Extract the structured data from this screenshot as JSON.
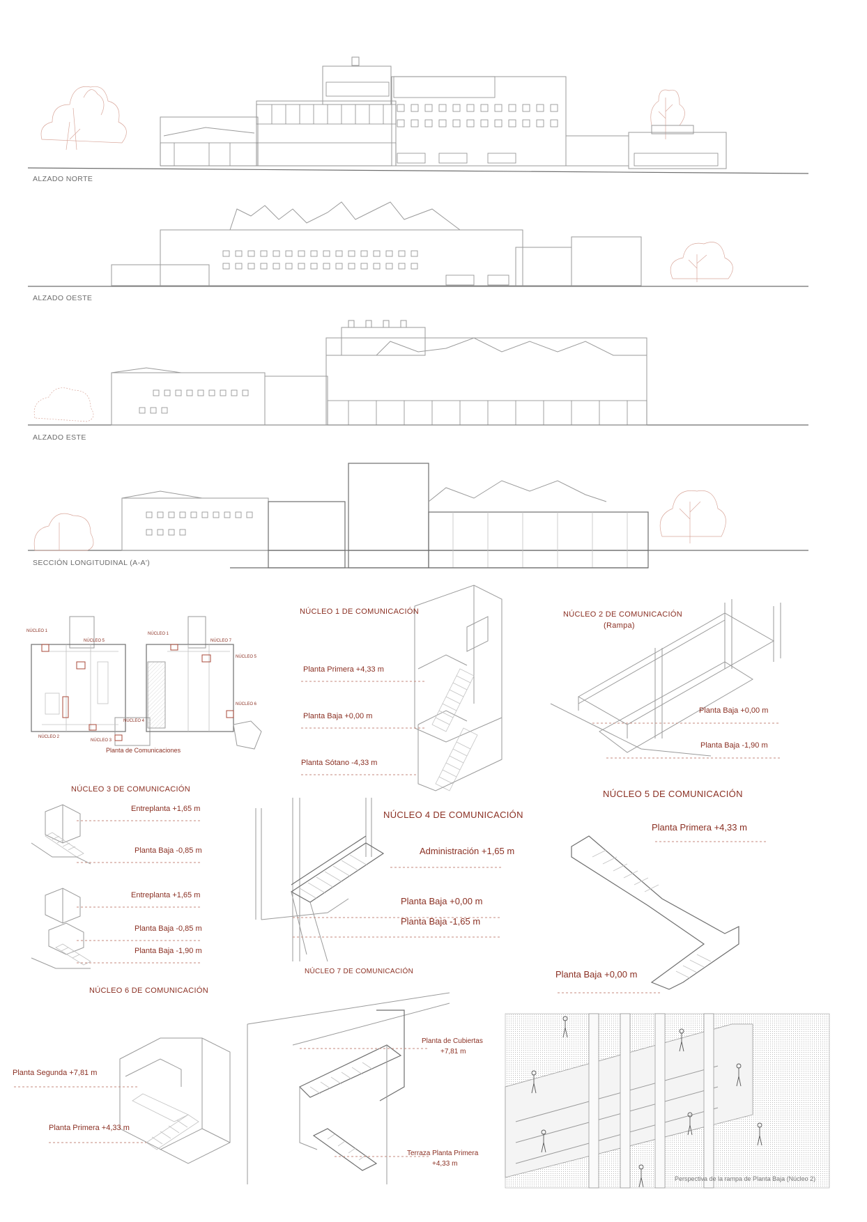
{
  "elevations": {
    "north": "ALZADO NORTE",
    "west": "ALZADO OESTE",
    "east": "ALZADO ESTE",
    "section": "SECCIÓN LONGITUDINAL (A-A')"
  },
  "plans": {
    "caption": "Planta de Comunicaciones",
    "labels": [
      "NÚCLEO 1",
      "NÚCLEO 5",
      "NÚCLEO 2",
      "NÚCLEO 3",
      "NÚCLEO 4",
      "NÚCLEO 1",
      "NÚCLEO 7",
      "NÚCLEO 5",
      "NÚCLEO 6"
    ]
  },
  "nucleo1": {
    "title": "NÚCLEO 1 DE COMUNICACIÓN",
    "levels": [
      "Planta Primera +4,33 m",
      "Planta Baja +0,00 m",
      "Planta Sótano -4,33 m"
    ]
  },
  "nucleo2": {
    "title": "NÚCLEO 2 DE COMUNICACIÓN",
    "subtitle": "(Rampa)",
    "levels": [
      "Planta Baja +0,00 m",
      "Planta Baja -1,90 m"
    ]
  },
  "nucleo3": {
    "title": "NÚCLEO 3 DE COMUNICACIÓN",
    "levels": [
      "Entreplanta +1,65 m",
      "Planta Baja -0,85 m",
      "Entreplanta +1,65 m",
      "Planta Baja -0,85 m",
      "Planta Baja -1,90 m"
    ]
  },
  "nucleo4": {
    "title": "NÚCLEO 4 DE COMUNICACIÓN",
    "levels": [
      "Administración +1,65 m",
      "Planta Baja +0,00 m",
      "Planta Baja -1,65 m"
    ]
  },
  "nucleo5": {
    "title": "NÚCLEO 5 DE COMUNICACIÓN",
    "levels": [
      "Planta Primera +4,33 m",
      "Planta Baja +0,00 m"
    ]
  },
  "nucleo6": {
    "title": "NÚCLEO 6 DE COMUNICACIÓN",
    "levels": [
      "Planta Segunda +7,81 m",
      "Planta Primera +4,33 m"
    ]
  },
  "nucleo7": {
    "title": "NÚCLEO 7 DE COMUNICACIÓN",
    "levels": [
      {
        "name": "Planta de Cubiertas",
        "value": "+7,81 m"
      },
      {
        "name": "Terraza Planta Primera",
        "value": "+4,33 m"
      }
    ]
  },
  "perspective": {
    "caption": "Perspectiva de la rampa de Planta Baja (Núcleo 2)"
  }
}
